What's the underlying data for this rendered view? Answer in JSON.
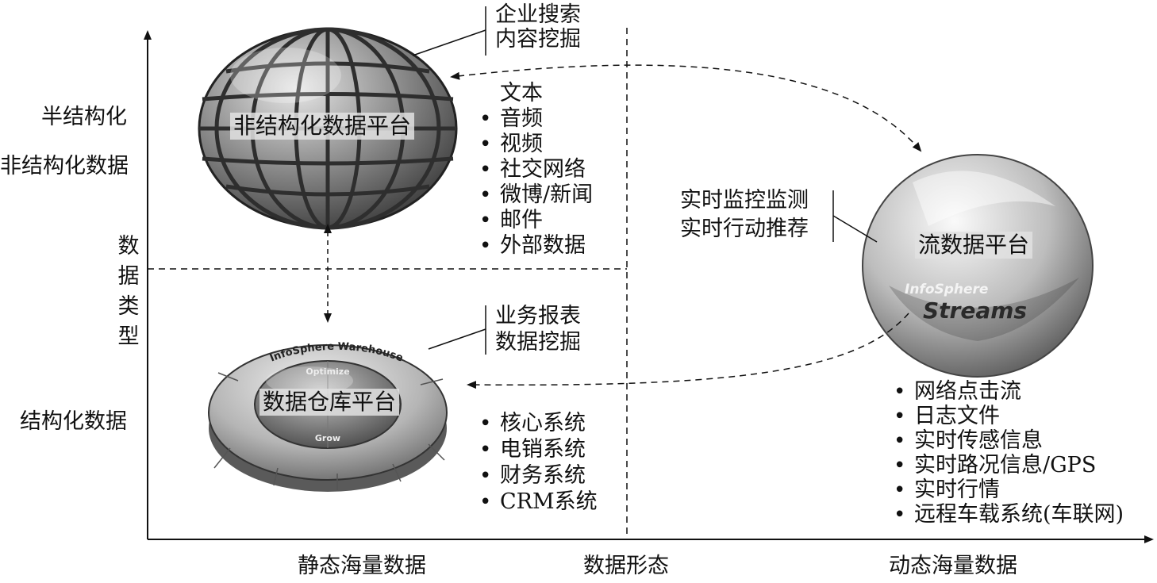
{
  "axes": {
    "y_semi": "半结构化",
    "y_unstruct": "非结构化数据",
    "y_title_chars": [
      "数",
      "据",
      "类",
      "型"
    ],
    "y_struct": "结构化数据",
    "x_static": "静态海量数据",
    "x_title": "数据形态",
    "x_dynamic": "动态海量数据"
  },
  "unstructured": {
    "platform": "非结构化数据平台",
    "callout": [
      "企业搜索",
      "内容挖掘"
    ],
    "heading": "文本",
    "items": [
      "音频",
      "视频",
      "社交网络",
      "微博/新闻",
      "邮件",
      "外部数据"
    ]
  },
  "warehouse": {
    "platform": "数据仓库平台",
    "ring_text": "InfoSphere Warehouse",
    "top_text": "Optimize",
    "bottom_text": "Grow",
    "callout": [
      "业务报表",
      "数据挖掘"
    ],
    "items": [
      "核心系统",
      "电销系统",
      "财务系统",
      "CRM系统"
    ]
  },
  "streams": {
    "platform": "流数据平台",
    "logo_top": "InfoSphere",
    "logo_bottom": "Streams",
    "callout": [
      "实时监控监测",
      "实时行动推荐"
    ],
    "items": [
      "网络点击流",
      "日志文件",
      "实时传感信息",
      "实时路况信息/GPS",
      "实时行情",
      "远程车载系统(车联网)"
    ]
  },
  "colors": {
    "line": "#111111",
    "globe_dark": "#555555",
    "globe_light": "#d8d8d8"
  }
}
